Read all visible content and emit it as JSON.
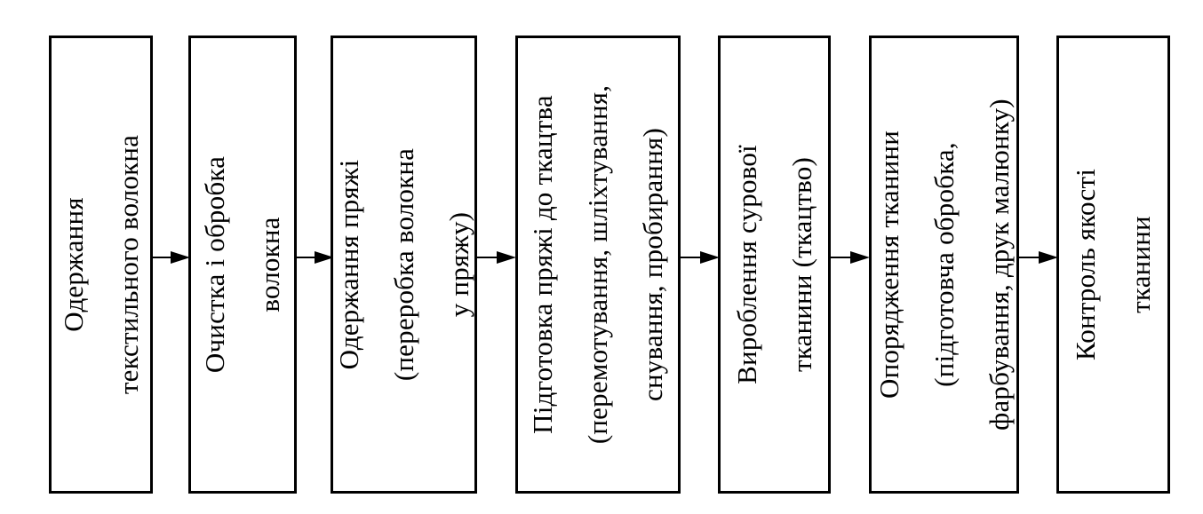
{
  "diagram": {
    "steps": [
      {
        "lines": [
          "Одержання",
          "текстильного волокна"
        ]
      },
      {
        "lines": [
          "Очистка і обробка",
          "волокна"
        ]
      },
      {
        "lines": [
          "Одержання пряжі",
          "(переробка волокна",
          "у пряжу)"
        ]
      },
      {
        "lines": [
          "Підготовка пряжі до ткацтва",
          "(перемотування, шліхтування,",
          "снування, пробирання)"
        ]
      },
      {
        "lines": [
          "Вироблення сурової",
          "тканини (ткацтво)"
        ]
      },
      {
        "lines": [
          "Опорядження тканини",
          "(підготовча обробка,",
          "фарбування, друк малюнку)"
        ]
      },
      {
        "lines": [
          "Контроль якості",
          "тканини"
        ]
      }
    ]
  }
}
